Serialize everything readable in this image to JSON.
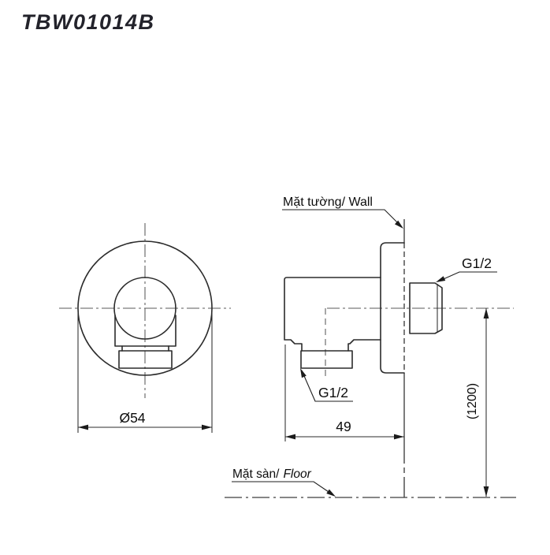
{
  "title": "TBW01014B",
  "colors": {
    "background": "#ffffff",
    "outline": "#2b2b2b",
    "thin_line": "#585858",
    "text": "#0c0c0c",
    "title_text": "#23232b"
  },
  "front_view": {
    "diameter_label": "Ø54"
  },
  "side_view": {
    "wall_label": "Mặt tường/ Wall",
    "floor_label_vi": "Mặt sàn/",
    "floor_label_en": "Floor",
    "outlet_thread_label": "G1/2",
    "inlet_thread_label": "G1/2",
    "depth_label": "49",
    "height_reference_label": "(1200)"
  }
}
